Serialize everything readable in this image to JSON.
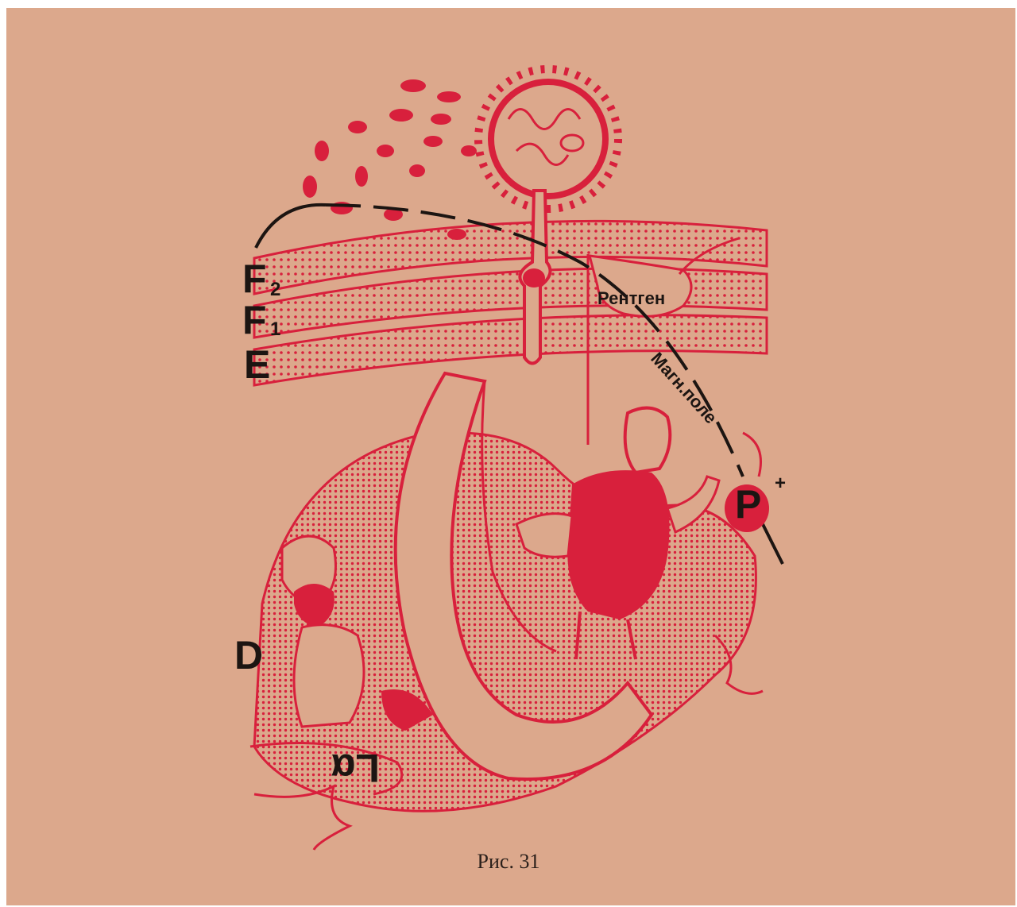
{
  "labels": {
    "f2": "F",
    "f2_sub": "2",
    "f1": "F",
    "f1_sub": "1",
    "e": "E",
    "d": "D",
    "la": "Lα",
    "p": "P",
    "p_sup": "+",
    "xray": "Рентген",
    "magnetic": "Магн.поле"
  },
  "caption": "Рис. 31",
  "colors": {
    "background": "#dca88c",
    "ink_red": "#d8203c",
    "ink_black": "#1c1512"
  }
}
